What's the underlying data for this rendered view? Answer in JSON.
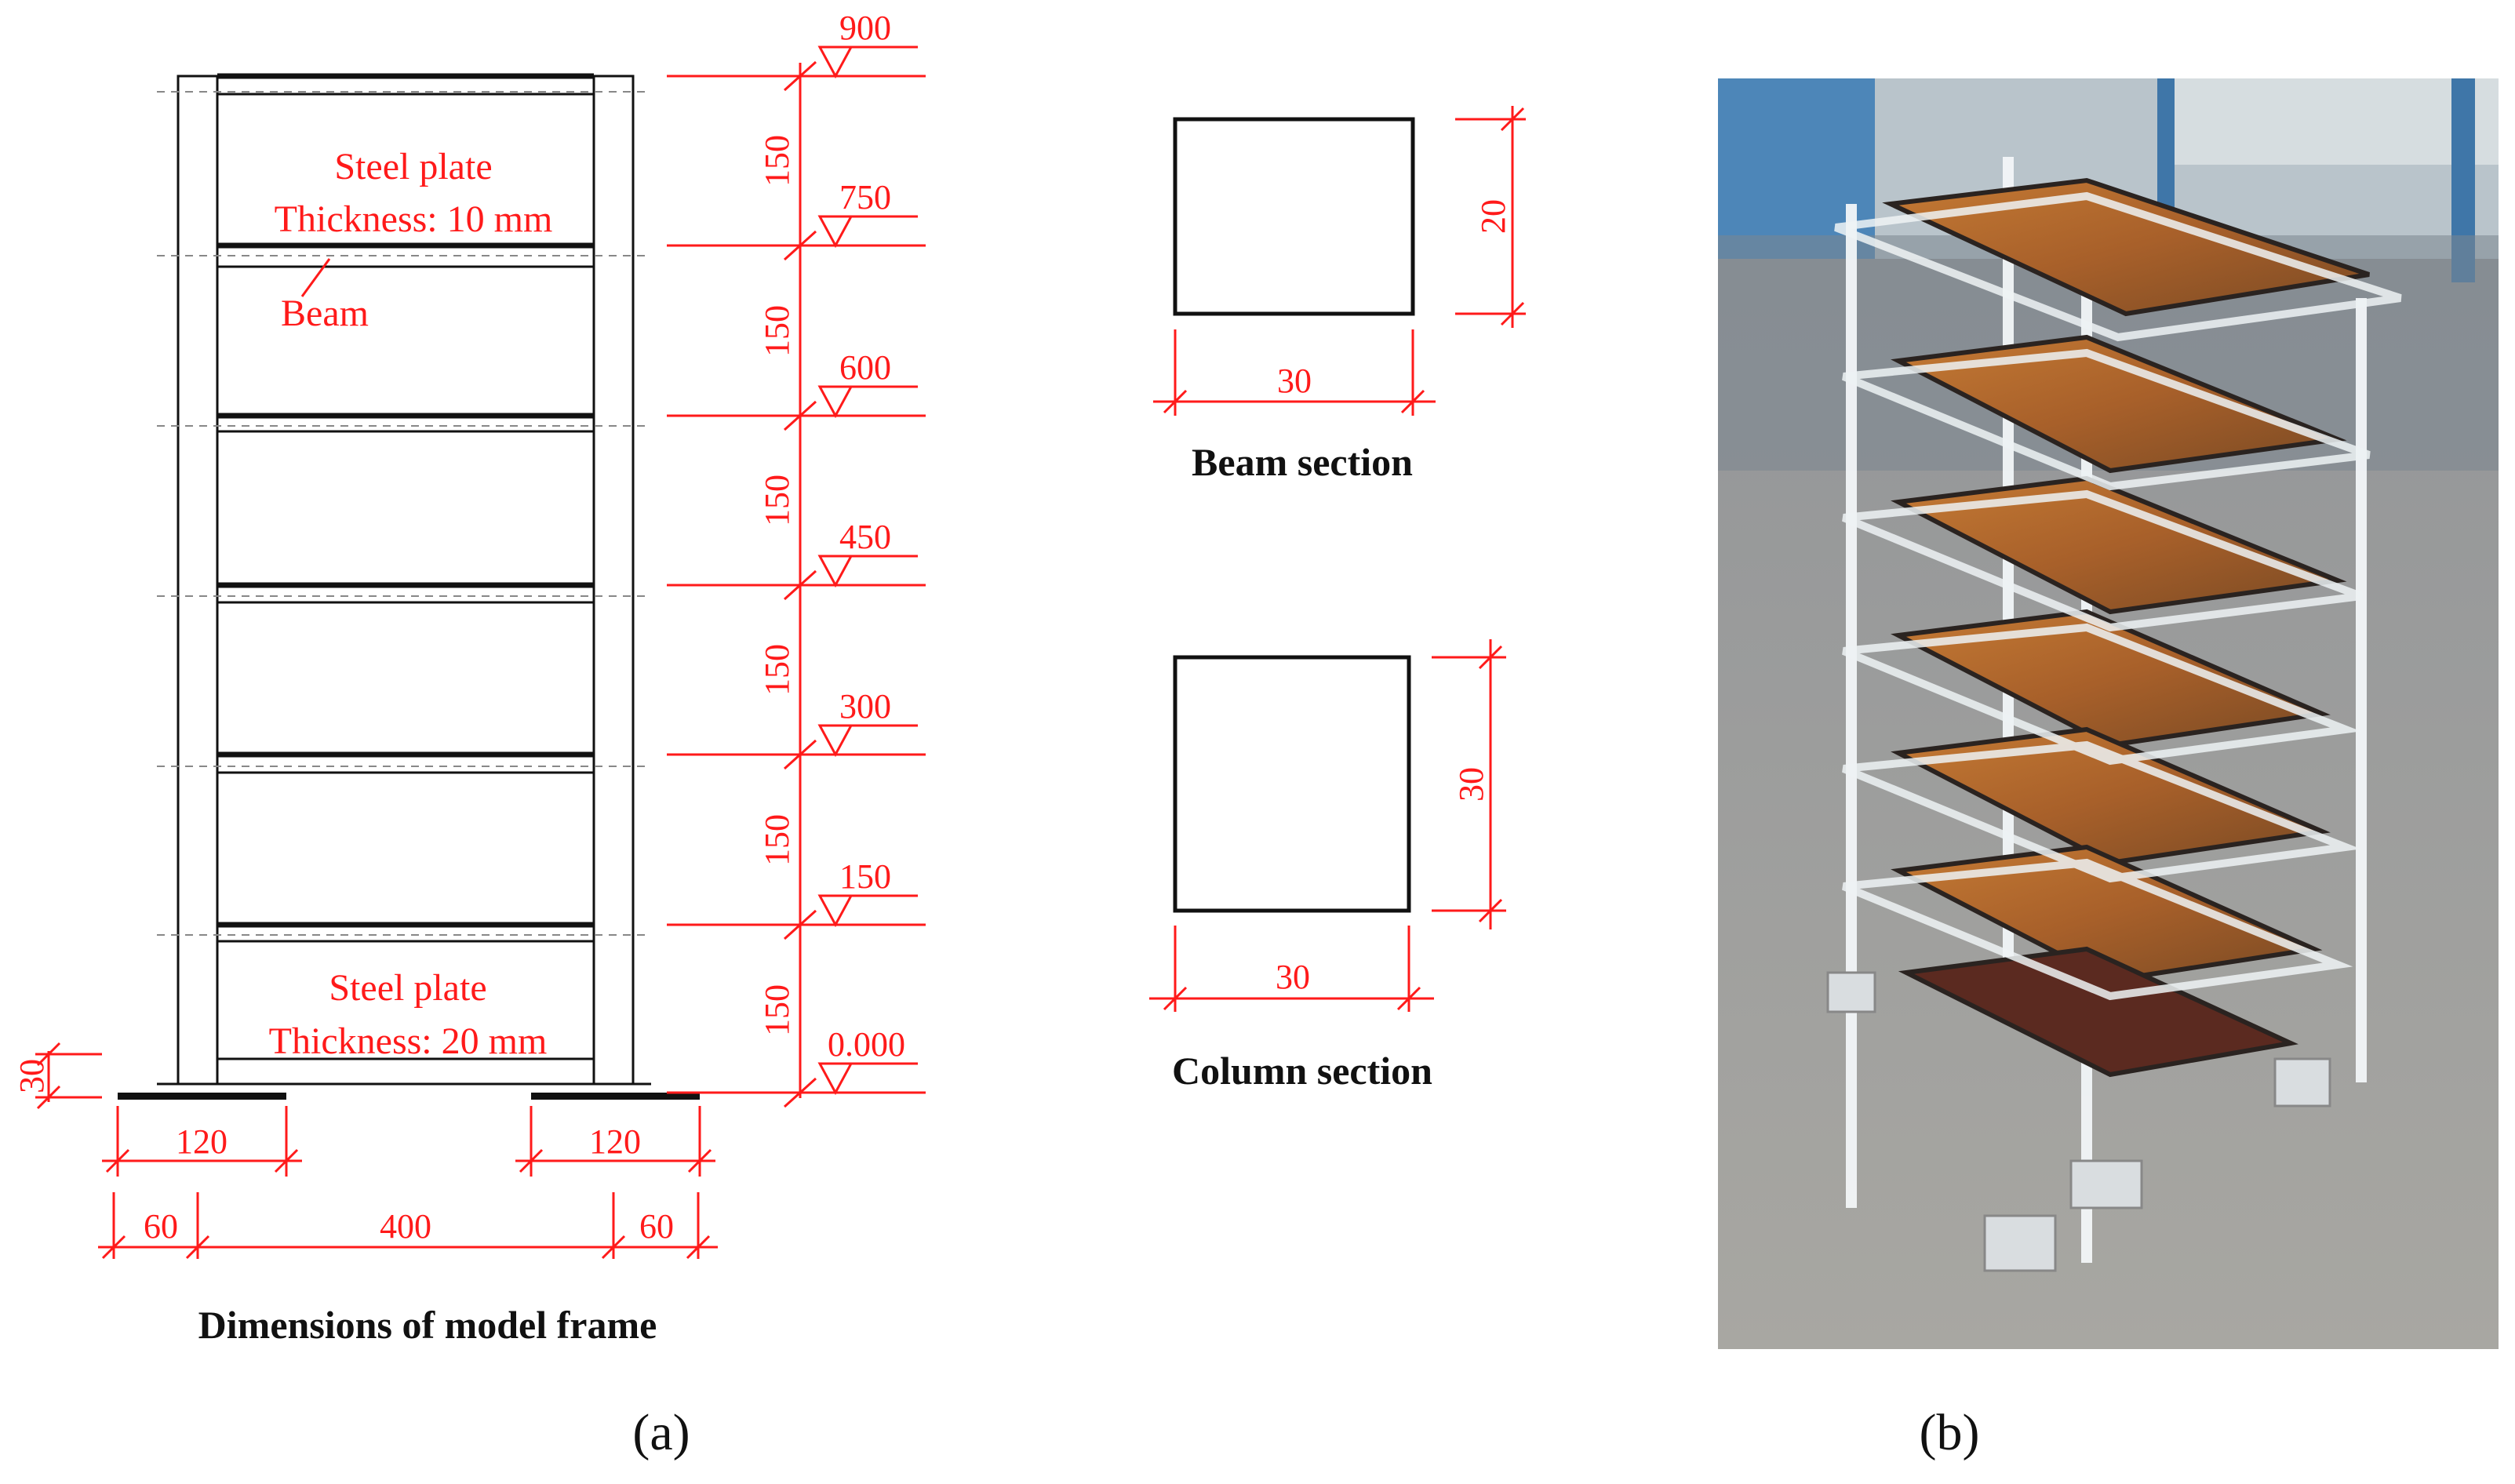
{
  "panel_a": {
    "label": "(a)",
    "caption": "Dimensions of model frame",
    "top_plate_label": "Steel plate",
    "top_plate_thickness": "Thickness: 10 mm",
    "beam_label": "Beam",
    "bottom_plate_label": "Steel plate",
    "bottom_plate_thickness": "Thickness: 20 mm",
    "elevations": [
      "900",
      "750",
      "600",
      "450",
      "300",
      "150",
      "0.000"
    ],
    "storey_heights": [
      "150",
      "150",
      "150",
      "150",
      "150",
      "150"
    ],
    "base_plate_height": "30",
    "base_plate_widths": [
      "120",
      "120"
    ],
    "bottom_dims": [
      "60",
      "400",
      "60"
    ],
    "beam_section": {
      "caption": "Beam section",
      "width": "30",
      "height": "20"
    },
    "column_section": {
      "caption": "Column section",
      "width": "30",
      "height": "30"
    }
  },
  "panel_b": {
    "label": "(b)",
    "photo_description_icon": "model-frame-photo"
  },
  "colors": {
    "dimension": "#ff1a1a",
    "lines": "#111111",
    "steel": "#b56a2a",
    "acrylic": "#e8eef2",
    "floor": "#9a9a95"
  }
}
